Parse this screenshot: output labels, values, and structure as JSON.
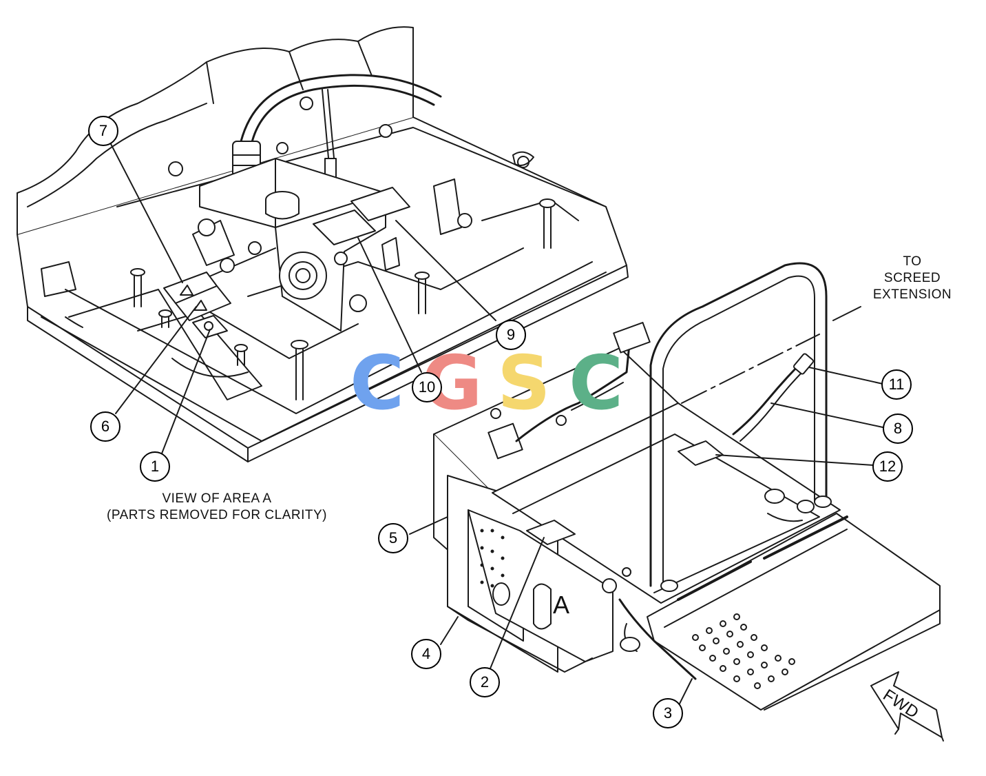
{
  "callouts": [
    "1",
    "2",
    "3",
    "4",
    "5",
    "6",
    "7",
    "8",
    "9",
    "10",
    "11",
    "12"
  ],
  "view_caption": {
    "line1": "VIEW OF AREA A",
    "line2": "(PARTS REMOVED FOR CLARITY)"
  },
  "screed_note": {
    "line1": "TO",
    "line2": "SCREED",
    "line3": "EXTENSION"
  },
  "area_marker": "A",
  "direction_arrow": "FWD",
  "watermark": {
    "letters": [
      "C",
      "G",
      "S",
      "C"
    ],
    "colors": [
      "#6fa2ee",
      "#ee8a84",
      "#f5d76e",
      "#5cb088"
    ]
  },
  "colors": {
    "line": "#1a1a1a",
    "background": "#ffffff"
  }
}
